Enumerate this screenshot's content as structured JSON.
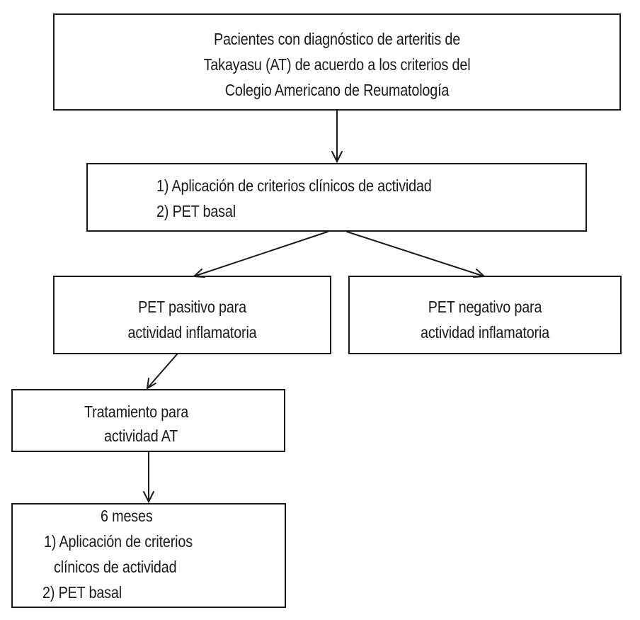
{
  "diagram": {
    "box_diagnosis": {
      "lines": [
        "Pacientes con diagnóstico de arteritis de",
        "Takayasu (AT) de acuerdo a los criterios del",
        "Colegio Americano de Reumatología"
      ]
    },
    "box_baseline": {
      "lines": [
        "1) Aplicación de criterios clínicos de actividad",
        "2) PET basal"
      ]
    },
    "box_pet_positive": {
      "lines": [
        "PET pasitivo para",
        "actividad inflamatoria"
      ]
    },
    "box_pet_negative": {
      "lines": [
        "PET negativo para",
        "actividad inflamatoria"
      ]
    },
    "box_treatment": {
      "lines": [
        "Tratamiento para",
        "actividad AT"
      ]
    },
    "box_followup": {
      "lines": [
        "6 meses",
        "1) Aplicación de criterios",
        "clínicos de actividad",
        "2) PET basal"
      ]
    }
  }
}
